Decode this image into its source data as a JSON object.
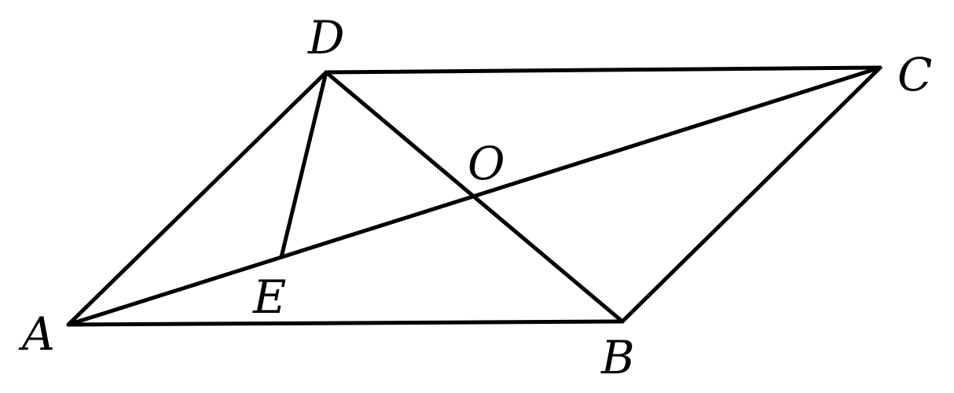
{
  "figure": {
    "type": "parallelogram ABCD with diagonals AC and BD meeting at O, segment DE to diagonal AC",
    "points": {
      "A": "A",
      "B": "B",
      "C": "C",
      "D": "D",
      "O": "O",
      "E": "E"
    },
    "segments": [
      "AB",
      "BC",
      "CD",
      "DA",
      "AC",
      "BD",
      "DE"
    ],
    "stroke_color": "#000000"
  }
}
